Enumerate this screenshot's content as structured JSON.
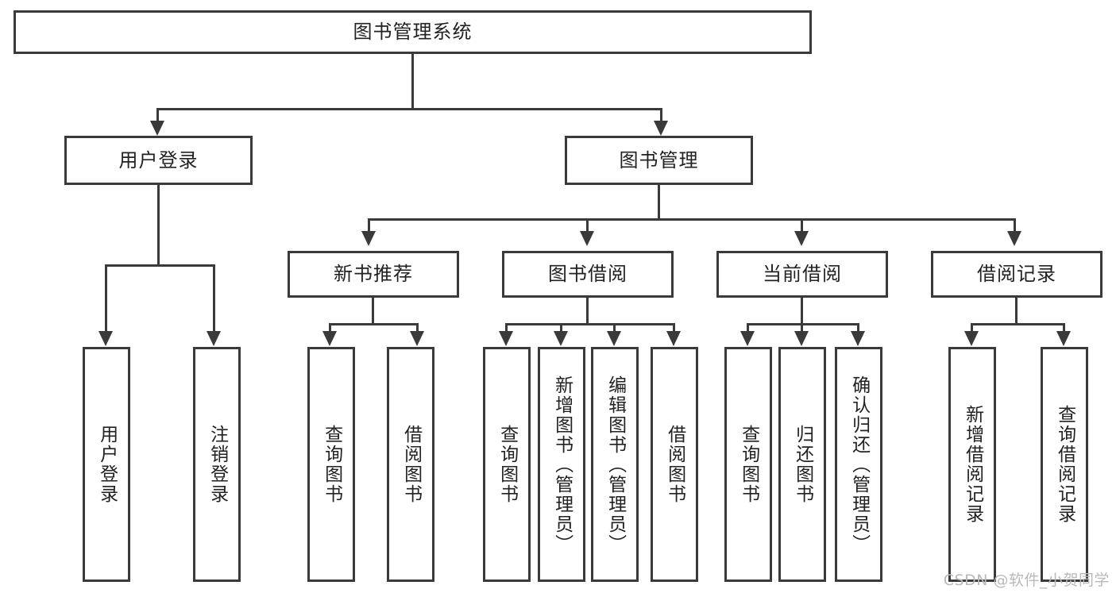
{
  "diagram": {
    "title": "图书管理系统",
    "watermark": "CSDN @软件_小贺同学",
    "line_color": "#3a3a3a",
    "box_fill": "#ffffff",
    "text_color": "#222222",
    "watermark_color": "#b9b9b9"
  },
  "root": {
    "label": "图书管理系统"
  },
  "level2": [
    {
      "label": "用户登录"
    },
    {
      "label": "图书管理"
    }
  ],
  "level3": [
    {
      "label": "新书推荐"
    },
    {
      "label": "图书借阅"
    },
    {
      "label": "当前借阅"
    },
    {
      "label": "借阅记录"
    }
  ],
  "leaves": {
    "user_login": [
      {
        "label": "用户登录"
      },
      {
        "label": "注销登录"
      }
    ],
    "new_book": [
      {
        "label": "查询图书"
      },
      {
        "label": "借阅图书"
      }
    ],
    "book_borrow": [
      {
        "label": "查询图书"
      },
      {
        "label": "新增图书（管理员）"
      },
      {
        "label": "编辑图书（管理员）"
      },
      {
        "label": "借阅图书"
      }
    ],
    "current_borrow": [
      {
        "label": "查询图书"
      },
      {
        "label": "归还图书"
      },
      {
        "label": "确认归还（管理员）"
      }
    ],
    "borrow_record": [
      {
        "label": "新增借阅记录"
      },
      {
        "label": "查询借阅记录"
      }
    ]
  }
}
